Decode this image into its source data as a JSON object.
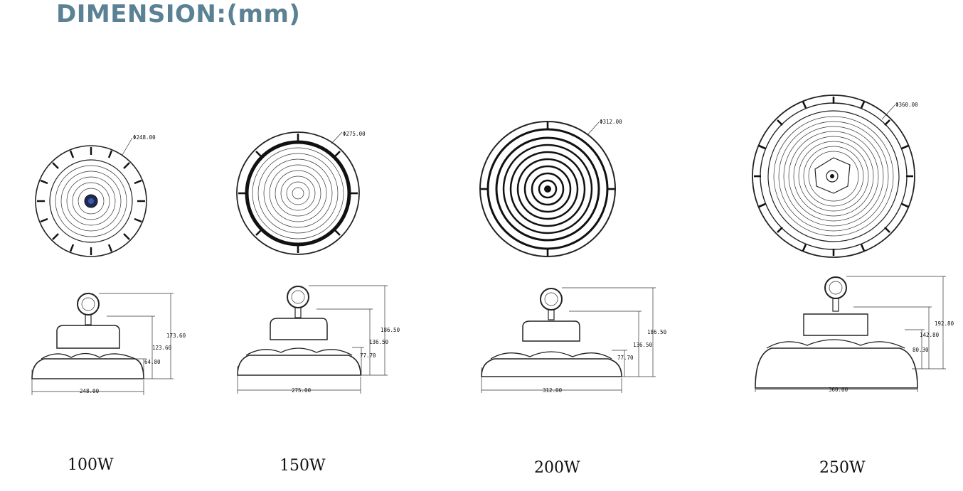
{
  "title": "DIMENSION:(mm)",
  "models": [
    {
      "watt": "100W",
      "diameter": "Φ248.00",
      "width": "248.00",
      "heights": [
        "173.60",
        "123.60",
        "64.80"
      ]
    },
    {
      "watt": "150W",
      "diameter": "Φ275.00",
      "width": "275.00",
      "heights": [
        "186.50",
        "136.50",
        "77.70"
      ]
    },
    {
      "watt": "200W",
      "diameter": "Φ312.00",
      "width": "312.00",
      "heights": [
        "186.50",
        "136.50",
        "77.70"
      ]
    },
    {
      "watt": "250W",
      "diameter": "Φ360.00",
      "width": "360.00",
      "heights": [
        "192.80",
        "142.80",
        "80.30"
      ]
    }
  ]
}
